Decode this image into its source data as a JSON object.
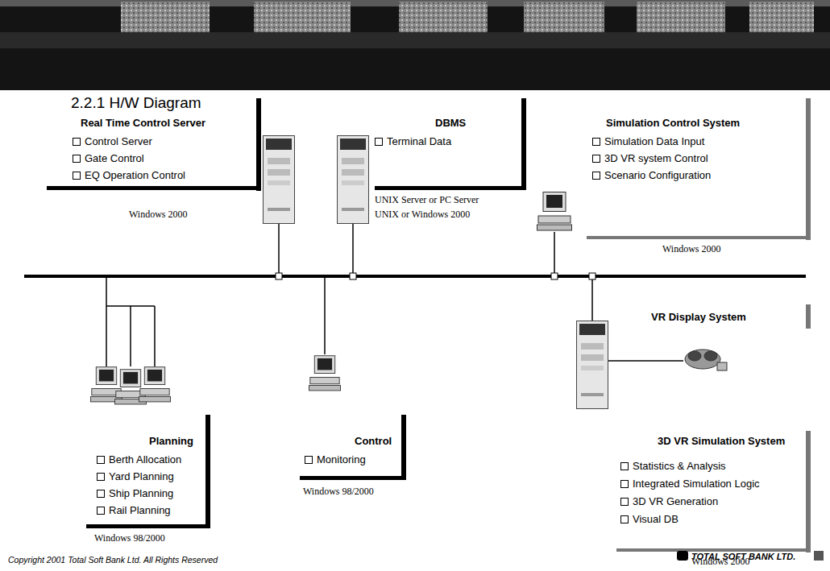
{
  "diagram": {
    "title": "2.2.1 H/W Diagram",
    "nodes": [
      {
        "text": [
          "Real Time Control Server",
          "Control Server",
          "Gate Control",
          "EQ Operation Control",
          "Windows 2000"
        ]
      },
      {
        "text": [
          "DBMS",
          "Terminal Data",
          "UNIX Server or PC Server UNIX or Windows 2000"
        ]
      },
      {
        "text": [
          "Simulation Control System",
          "Simulation Data Input",
          "3D VR system Control",
          "Scenario Configuration",
          "Windows 2000"
        ]
      },
      {
        "text": [
          "VR Display System"
        ]
      },
      {
        "text": [
          "Planning",
          "Berth Allocation",
          "Yard Planning",
          "Ship Planning",
          "Rail Planning",
          "Windows 98/2000"
        ]
      },
      {
        "text": [
          "Control",
          "Monitoring",
          "Windows 98/2000"
        ]
      },
      {
        "text": [
          "3D VR Simulation System",
          "Statistics & Analysis",
          "Integrated Simulation Logic",
          "3D VR Generation",
          "Visual DB",
          "Windows 2000"
        ]
      }
    ],
    "labels": [
      "Copyright 2001 Total Soft Bank Ltd. All Rights Reserved",
      "TOTAL SOFT BANK LTD."
    ]
  }
}
